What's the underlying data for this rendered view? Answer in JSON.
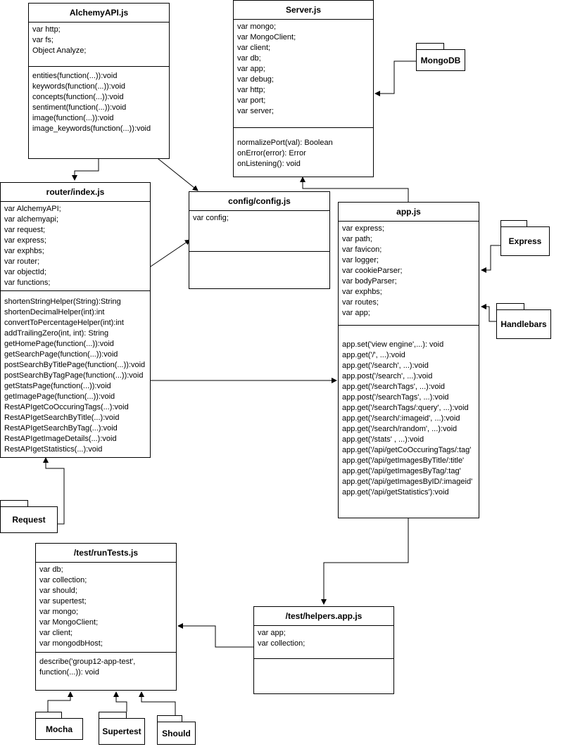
{
  "classes": {
    "alchemy": {
      "title": "AlchemyAPI.js",
      "attributes": [
        "var http;",
        "var fs;",
        "Object Analyze;"
      ],
      "methods": [
        "entities(function(...)):void",
        "keywords(function(...)):void",
        "concepts(function(...)):void",
        "sentiment(function(...)):void",
        "image(function(...)):void",
        "image_keywords(function(...)):void"
      ]
    },
    "server": {
      "title": "Server.js",
      "attributes": [
        "var mongo;",
        "var MongoClient;",
        "var client;",
        "var db;",
        "var app;",
        "var debug;",
        "var http;",
        "var port;",
        " var server;"
      ],
      "methods": [
        "normalizePort(val): Boolean",
        "onError(error): Error",
        "onListening(): void"
      ]
    },
    "router": {
      "title": "router/index.js",
      "attributes": [
        "var AlchemyAPI;",
        "var alchemyapi;",
        "var request;",
        "var express;",
        "var exphbs;",
        "var router;",
        "var objectId;",
        "var functions;"
      ],
      "methods": [
        "shortenStringHelper(String):String",
        "shortenDecimalHelper(int):int",
        "convertToPercentageHelper(int):int",
        "addTrailingZero(int, int): String",
        "getHomePage(function(...)):void",
        "getSearchPage(function(...)):void",
        "postSearchByTitlePage(function(...)):void",
        "postSearchByTagPage(function(...)):void",
        "getStatsPage(function(...)):void",
        "getImagePage(function(...)):void",
        "RestAPIgetCoOccuringTags(...):void",
        "RestAPIgetSearchByTitle(...):void",
        "RestAPIgetSearchByTag(...):void",
        "RestAPIgetImageDetails(...):void",
        "RestAPIgetStatistics(...):void"
      ]
    },
    "config": {
      "title": "config/config.js",
      "attributes": [
        "var config;"
      ],
      "methods": []
    },
    "app": {
      "title": "app.js",
      "attributes": [
        "var express;",
        "var path;",
        "var favicon;",
        "var logger;",
        "var cookieParser;",
        "var bodyParser;",
        "var exphbs;",
        "var routes;",
        "var app;"
      ],
      "methods": [
        "app.set('view engine',...): void",
        "app.get('/', ...):void",
        "app.get('/search', ...):void",
        "app.post('/search', ...):void",
        "app.get('/searchTags', ...):void",
        "app.post('/searchTags', ...):void",
        "app.get('/searchTags/:query', ...):void",
        "app.get('/search/:imageid', ...):void",
        "app.get('/search/random', ...):void",
        "app.get('/stats' , ...):void",
        "app.get('/api/getCoOccuringTags/:tag'",
        "app.get('/api/getImagesByTitle/:title'",
        "app.get('/api/getImagesByTag/:tag'",
        "app.get('/api/getImagesByID/:imageid'",
        "app.get('/api/getStatistics'):void"
      ]
    },
    "runtests": {
      "title": "/test/runTests.js",
      "attributes": [
        "var db;",
        "var collection;",
        "var should;",
        "var supertest;",
        "var mongo;",
        "var MongoClient;",
        "var client;",
        "var mongodbHost;"
      ],
      "methods": [
        "describe('group12-app-test',",
        "function(...)): void"
      ]
    },
    "helpers": {
      "title": "/test/helpers.app.js",
      "attributes": [
        "var app;",
        "var collection;"
      ],
      "methods": []
    }
  },
  "packages": {
    "mongodb": "MongoDB",
    "express": "Express",
    "handlebars": "Handlebars",
    "request": "Request",
    "mocha": "Mocha",
    "supertest": "Supertest",
    "should": "Should"
  }
}
